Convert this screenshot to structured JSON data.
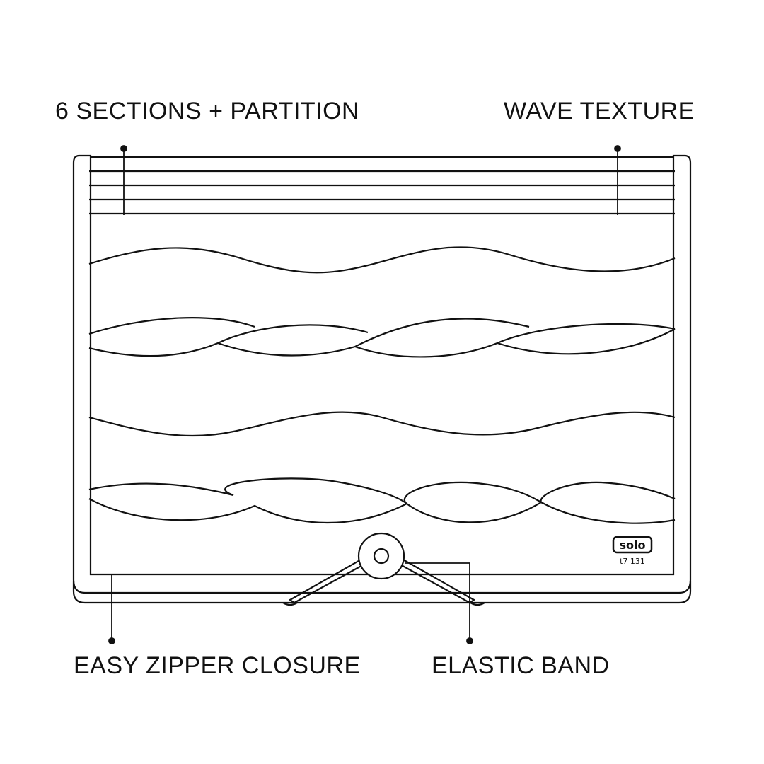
{
  "callouts": {
    "sections": "6 SECTIONS + PARTITION",
    "texture": "WAVE TEXTURE",
    "zipper": "EASY ZIPPER CLOSURE",
    "band": "ELASTIC BAND"
  },
  "logo": {
    "brand": "solo",
    "code": "t7 131"
  },
  "colors": {
    "line": "#111111",
    "background": "#ffffff"
  }
}
